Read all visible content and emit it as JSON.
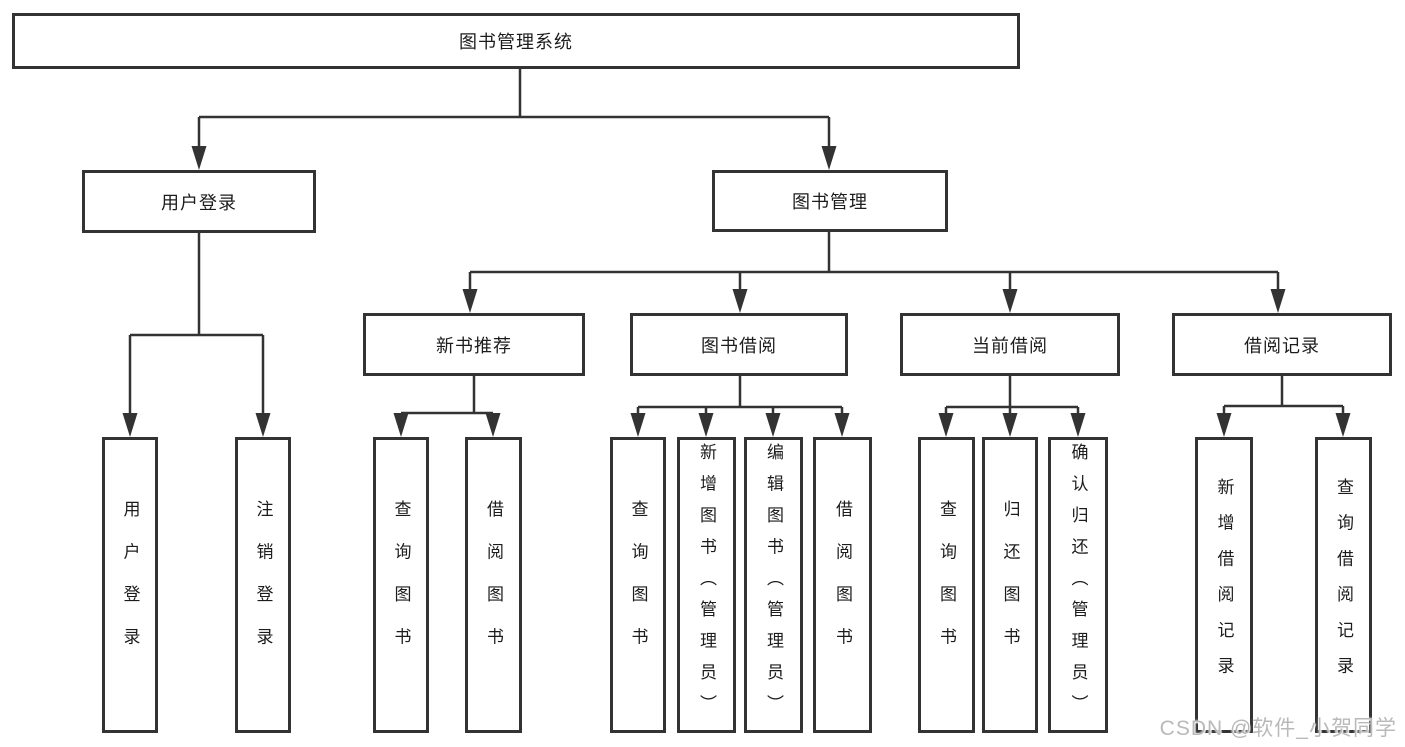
{
  "diagram": {
    "title": "图书管理系统",
    "root": {
      "label": "图书管理系统",
      "children": [
        {
          "label": "用户登录",
          "children": [
            {
              "label": "用户登录"
            },
            {
              "label": "注销登录"
            }
          ]
        },
        {
          "label": "图书管理",
          "children": [
            {
              "label": "新书推荐",
              "children": [
                {
                  "label": "查询图书"
                },
                {
                  "label": "借阅图书"
                }
              ]
            },
            {
              "label": "图书借阅",
              "children": [
                {
                  "label": "查询图书"
                },
                {
                  "label": "新增图书（管理员）"
                },
                {
                  "label": "编辑图书（管理员）"
                },
                {
                  "label": "借阅图书"
                }
              ]
            },
            {
              "label": "当前借阅",
              "children": [
                {
                  "label": "查询图书"
                },
                {
                  "label": "归还图书"
                },
                {
                  "label": "确认归还（管理员）"
                }
              ]
            },
            {
              "label": "借阅记录",
              "children": [
                {
                  "label": "新增借阅记录"
                },
                {
                  "label": "查询借阅记录"
                }
              ]
            }
          ]
        }
      ]
    }
  },
  "watermark": {
    "text": "CSDN @软件_小贺同学"
  },
  "colors": {
    "line": "#333333",
    "text": "#1c1c1c",
    "watermark": "#b9b9b9",
    "background": "#ffffff"
  }
}
